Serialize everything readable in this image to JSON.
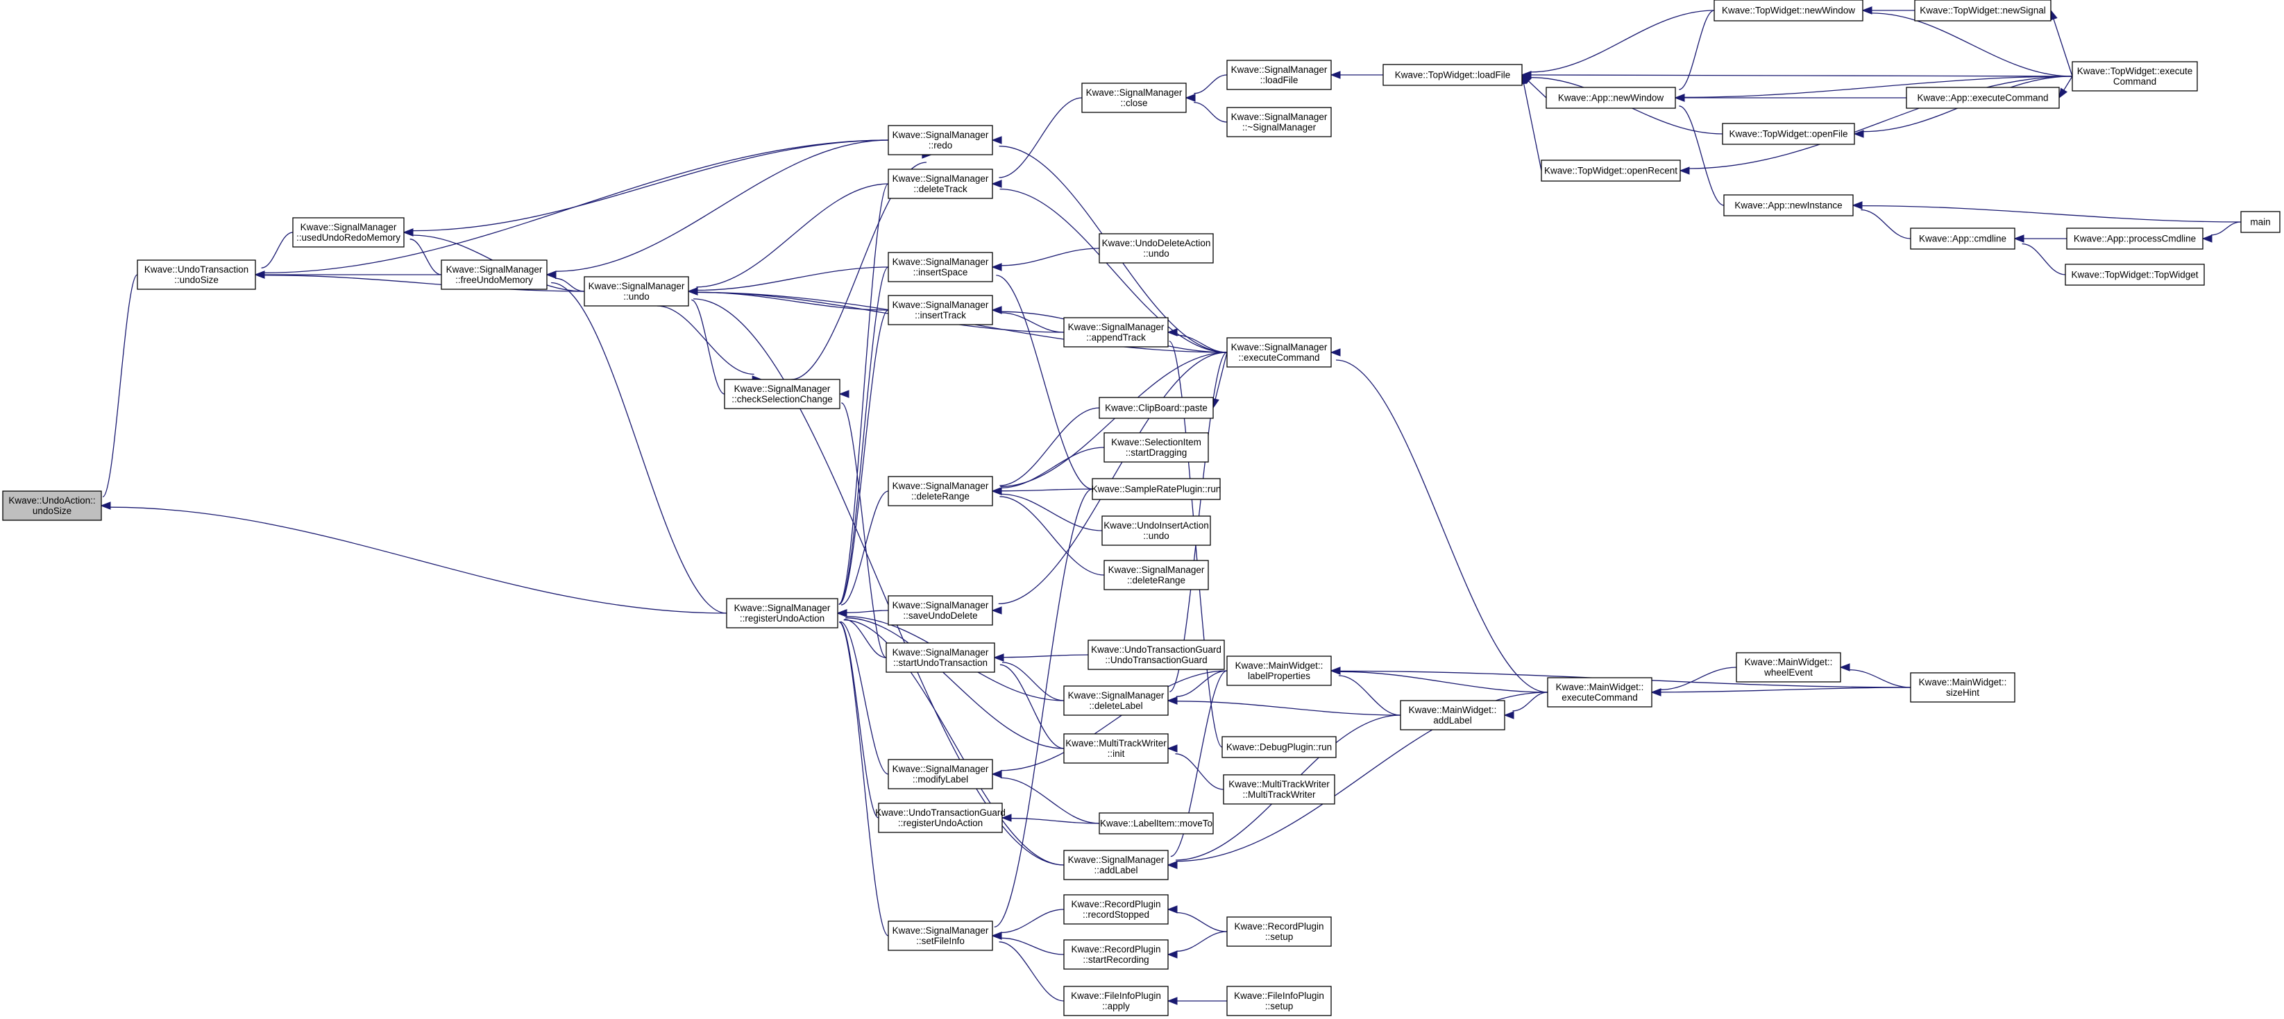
{
  "graph": {
    "direction": "callers-right-to-left",
    "colors": {
      "edge": "#191970",
      "node_border": "#000000",
      "node_fill": "#ffffff",
      "root_fill": "#bfbfbf"
    },
    "nodes": [
      {
        "id": "n0",
        "lines": [
          "Kwave::UndoAction::",
          "undoSize"
        ],
        "root": true
      },
      {
        "id": "n1",
        "lines": [
          "Kwave::UndoTransaction",
          "::undoSize"
        ]
      },
      {
        "id": "n2",
        "lines": [
          "Kwave::SignalManager",
          "::usedUndoRedoMemory"
        ]
      },
      {
        "id": "n3",
        "lines": [
          "Kwave::SignalManager",
          "::freeUndoMemory"
        ]
      },
      {
        "id": "n4",
        "lines": [
          "Kwave::SignalManager",
          "::undo"
        ]
      },
      {
        "id": "n5",
        "lines": [
          "Kwave::SignalManager",
          "::checkSelectionChange"
        ]
      },
      {
        "id": "n6",
        "lines": [
          "Kwave::SignalManager",
          "::registerUndoAction"
        ]
      },
      {
        "id": "n7",
        "lines": [
          "Kwave::SignalManager",
          "::redo"
        ]
      },
      {
        "id": "n8",
        "lines": [
          "Kwave::SignalManager",
          "::deleteTrack"
        ]
      },
      {
        "id": "n9",
        "lines": [
          "Kwave::SignalManager",
          "::insertSpace"
        ]
      },
      {
        "id": "n10",
        "lines": [
          "Kwave::SignalManager",
          "::insertTrack"
        ]
      },
      {
        "id": "n11",
        "lines": [
          "Kwave::SignalManager",
          "::deleteRange"
        ]
      },
      {
        "id": "n12",
        "lines": [
          "Kwave::SignalManager",
          "::saveUndoDelete"
        ]
      },
      {
        "id": "n13",
        "lines": [
          "Kwave::SignalManager",
          "::startUndoTransaction"
        ]
      },
      {
        "id": "n14",
        "lines": [
          "Kwave::SignalManager",
          "::modifyLabel"
        ]
      },
      {
        "id": "n15",
        "lines": [
          "Kwave::UndoTransactionGuard",
          "::registerUndoAction"
        ]
      },
      {
        "id": "n16",
        "lines": [
          "Kwave::SignalManager",
          "::setFileInfo"
        ]
      },
      {
        "id": "n17",
        "lines": [
          "Kwave::SignalManager",
          "::close"
        ]
      },
      {
        "id": "n18",
        "lines": [
          "Kwave::UndoDeleteAction",
          "::undo"
        ]
      },
      {
        "id": "n19",
        "lines": [
          "Kwave::SignalManager",
          "::appendTrack"
        ]
      },
      {
        "id": "n20",
        "lines": [
          "Kwave::ClipBoard::paste"
        ]
      },
      {
        "id": "n21",
        "lines": [
          "Kwave::SelectionItem",
          "::startDragging"
        ]
      },
      {
        "id": "n22",
        "lines": [
          "Kwave::SampleRatePlugin::run"
        ]
      },
      {
        "id": "n23",
        "lines": [
          "Kwave::UndoInsertAction",
          "::undo"
        ]
      },
      {
        "id": "n24",
        "lines": [
          "Kwave::SignalManager",
          "::deleteRange"
        ]
      },
      {
        "id": "n25",
        "lines": [
          "Kwave::UndoTransactionGuard",
          "::UndoTransactionGuard"
        ]
      },
      {
        "id": "n26",
        "lines": [
          "Kwave::SignalManager",
          "::deleteLabel"
        ]
      },
      {
        "id": "n27",
        "lines": [
          "Kwave::MultiTrackWriter",
          "::init"
        ]
      },
      {
        "id": "n28",
        "lines": [
          "Kwave::LabelItem::moveTo"
        ]
      },
      {
        "id": "n29",
        "lines": [
          "Kwave::SignalManager",
          "::addLabel"
        ]
      },
      {
        "id": "n30",
        "lines": [
          "Kwave::RecordPlugin",
          "::recordStopped"
        ]
      },
      {
        "id": "n31",
        "lines": [
          "Kwave::RecordPlugin",
          "::startRecording"
        ]
      },
      {
        "id": "n32",
        "lines": [
          "Kwave::FileInfoPlugin",
          "::apply"
        ]
      },
      {
        "id": "n33",
        "lines": [
          "Kwave::SignalManager",
          "::loadFile"
        ]
      },
      {
        "id": "n34",
        "lines": [
          "Kwave::SignalManager",
          "::~SignalManager"
        ]
      },
      {
        "id": "n35",
        "lines": [
          "Kwave::SignalManager",
          "::executeCommand"
        ]
      },
      {
        "id": "n36",
        "lines": [
          "Kwave::MainWidget::",
          "labelProperties"
        ]
      },
      {
        "id": "n37",
        "lines": [
          "Kwave::DebugPlugin::run"
        ]
      },
      {
        "id": "n38",
        "lines": [
          "Kwave::MultiTrackWriter",
          "::MultiTrackWriter"
        ]
      },
      {
        "id": "n39",
        "lines": [
          "Kwave::RecordPlugin",
          "::setup"
        ]
      },
      {
        "id": "n40",
        "lines": [
          "Kwave::FileInfoPlugin",
          "::setup"
        ]
      },
      {
        "id": "n41",
        "lines": [
          "Kwave::TopWidget::loadFile"
        ]
      },
      {
        "id": "n42",
        "lines": [
          "Kwave::MainWidget::",
          "addLabel"
        ]
      },
      {
        "id": "n43",
        "lines": [
          "Kwave::App::newWindow"
        ]
      },
      {
        "id": "n44",
        "lines": [
          "Kwave::TopWidget::openRecent"
        ]
      },
      {
        "id": "n45",
        "lines": [
          "Kwave::MainWidget::",
          "executeCommand"
        ]
      },
      {
        "id": "n46",
        "lines": [
          "Kwave::TopWidget::newWindow"
        ]
      },
      {
        "id": "n47",
        "lines": [
          "Kwave::TopWidget::openFile"
        ]
      },
      {
        "id": "n48",
        "lines": [
          "Kwave::App::newInstance"
        ]
      },
      {
        "id": "n49",
        "lines": [
          "Kwave::MainWidget::",
          "wheelEvent"
        ]
      },
      {
        "id": "n50",
        "lines": [
          "Kwave::TopWidget::newSignal"
        ]
      },
      {
        "id": "n51",
        "lines": [
          "Kwave::App::executeCommand"
        ]
      },
      {
        "id": "n52",
        "lines": [
          "Kwave::App::cmdline"
        ]
      },
      {
        "id": "n53",
        "lines": [
          "Kwave::TopWidget::execute",
          "Command"
        ]
      },
      {
        "id": "n54",
        "lines": [
          "Kwave::MainWidget::",
          "sizeHint"
        ]
      },
      {
        "id": "n55",
        "lines": [
          "Kwave::App::processCmdline"
        ]
      },
      {
        "id": "n56",
        "lines": [
          "Kwave::TopWidget::TopWidget"
        ]
      },
      {
        "id": "n57",
        "lines": [
          "main"
        ]
      }
    ],
    "edges": [
      {
        "from": "n1",
        "to": "n0"
      },
      {
        "from": "n6",
        "to": "n0"
      },
      {
        "from": "n2",
        "to": "n1"
      },
      {
        "from": "n3",
        "to": "n1"
      },
      {
        "from": "n4",
        "to": "n1"
      },
      {
        "from": "n7",
        "to": "n1"
      },
      {
        "from": "n3",
        "to": "n2"
      },
      {
        "from": "n4",
        "to": "n2"
      },
      {
        "from": "n7",
        "to": "n2"
      },
      {
        "from": "n4",
        "to": "n3"
      },
      {
        "from": "n6",
        "to": "n3"
      },
      {
        "from": "n7",
        "to": "n3"
      },
      {
        "from": "n5",
        "to": "n4"
      },
      {
        "from": "n8",
        "to": "n4"
      },
      {
        "from": "n9",
        "to": "n4"
      },
      {
        "from": "n10",
        "to": "n4"
      },
      {
        "from": "n19",
        "to": "n4"
      },
      {
        "from": "n29",
        "to": "n4"
      },
      {
        "from": "n35",
        "to": "n4"
      },
      {
        "from": "n4",
        "to": "n5"
      },
      {
        "from": "n13",
        "to": "n5"
      },
      {
        "from": "n8",
        "to": "n6"
      },
      {
        "from": "n9",
        "to": "n6"
      },
      {
        "from": "n10",
        "to": "n6"
      },
      {
        "from": "n11",
        "to": "n6"
      },
      {
        "from": "n12",
        "to": "n6"
      },
      {
        "from": "n13",
        "to": "n6"
      },
      {
        "from": "n14",
        "to": "n6"
      },
      {
        "from": "n15",
        "to": "n6"
      },
      {
        "from": "n16",
        "to": "n6"
      },
      {
        "from": "n26",
        "to": "n6"
      },
      {
        "from": "n27",
        "to": "n6"
      },
      {
        "from": "n29",
        "to": "n6"
      },
      {
        "from": "n5",
        "to": "n7"
      },
      {
        "from": "n35",
        "to": "n7"
      },
      {
        "from": "n17",
        "to": "n8"
      },
      {
        "from": "n35",
        "to": "n8"
      },
      {
        "from": "n18",
        "to": "n9"
      },
      {
        "from": "n22",
        "to": "n9"
      },
      {
        "from": "n19",
        "to": "n10"
      },
      {
        "from": "n35",
        "to": "n10"
      },
      {
        "from": "n20",
        "to": "n11"
      },
      {
        "from": "n21",
        "to": "n11"
      },
      {
        "from": "n22",
        "to": "n11"
      },
      {
        "from": "n23",
        "to": "n11"
      },
      {
        "from": "n24",
        "to": "n11"
      },
      {
        "from": "n35",
        "to": "n11"
      },
      {
        "from": "n35",
        "to": "n12"
      },
      {
        "from": "n25",
        "to": "n13"
      },
      {
        "from": "n26",
        "to": "n13"
      },
      {
        "from": "n27",
        "to": "n13"
      },
      {
        "from": "n28",
        "to": "n14"
      },
      {
        "from": "n36",
        "to": "n14"
      },
      {
        "from": "n28",
        "to": "n15"
      },
      {
        "from": "n30",
        "to": "n16"
      },
      {
        "from": "n31",
        "to": "n16"
      },
      {
        "from": "n32",
        "to": "n16"
      },
      {
        "from": "n22",
        "to": "n16"
      },
      {
        "from": "n33",
        "to": "n17"
      },
      {
        "from": "n34",
        "to": "n17"
      },
      {
        "from": "n35",
        "to": "n19"
      },
      {
        "from": "n37",
        "to": "n19"
      },
      {
        "from": "n35",
        "to": "n20"
      },
      {
        "from": "n36",
        "to": "n26"
      },
      {
        "from": "n42",
        "to": "n26"
      },
      {
        "from": "n35",
        "to": "n26"
      },
      {
        "from": "n38",
        "to": "n27"
      },
      {
        "from": "n36",
        "to": "n29"
      },
      {
        "from": "n42",
        "to": "n29"
      },
      {
        "from": "n45",
        "to": "n29"
      },
      {
        "from": "n39",
        "to": "n30"
      },
      {
        "from": "n39",
        "to": "n31"
      },
      {
        "from": "n40",
        "to": "n32"
      },
      {
        "from": "n41",
        "to": "n33"
      },
      {
        "from": "n45",
        "to": "n35"
      },
      {
        "from": "n42",
        "to": "n36"
      },
      {
        "from": "n45",
        "to": "n36"
      },
      {
        "from": "n54",
        "to": "n36"
      },
      {
        "from": "n43",
        "to": "n41"
      },
      {
        "from": "n44",
        "to": "n41"
      },
      {
        "from": "n46",
        "to": "n41"
      },
      {
        "from": "n47",
        "to": "n41"
      },
      {
        "from": "n53",
        "to": "n41"
      },
      {
        "from": "n45",
        "to": "n42"
      },
      {
        "from": "n46",
        "to": "n43"
      },
      {
        "from": "n51",
        "to": "n43"
      },
      {
        "from": "n48",
        "to": "n43"
      },
      {
        "from": "n53",
        "to": "n43"
      },
      {
        "from": "n53",
        "to": "n44"
      },
      {
        "from": "n49",
        "to": "n45"
      },
      {
        "from": "n54",
        "to": "n45"
      },
      {
        "from": "n50",
        "to": "n46"
      },
      {
        "from": "n53",
        "to": "n46"
      },
      {
        "from": "n53",
        "to": "n47"
      },
      {
        "from": "n52",
        "to": "n48"
      },
      {
        "from": "n57",
        "to": "n48"
      },
      {
        "from": "n54",
        "to": "n49"
      },
      {
        "from": "n53",
        "to": "n50"
      },
      {
        "from": "n53",
        "to": "n51"
      },
      {
        "from": "n55",
        "to": "n52"
      },
      {
        "from": "n56",
        "to": "n52"
      },
      {
        "from": "n57",
        "to": "n55"
      }
    ]
  }
}
